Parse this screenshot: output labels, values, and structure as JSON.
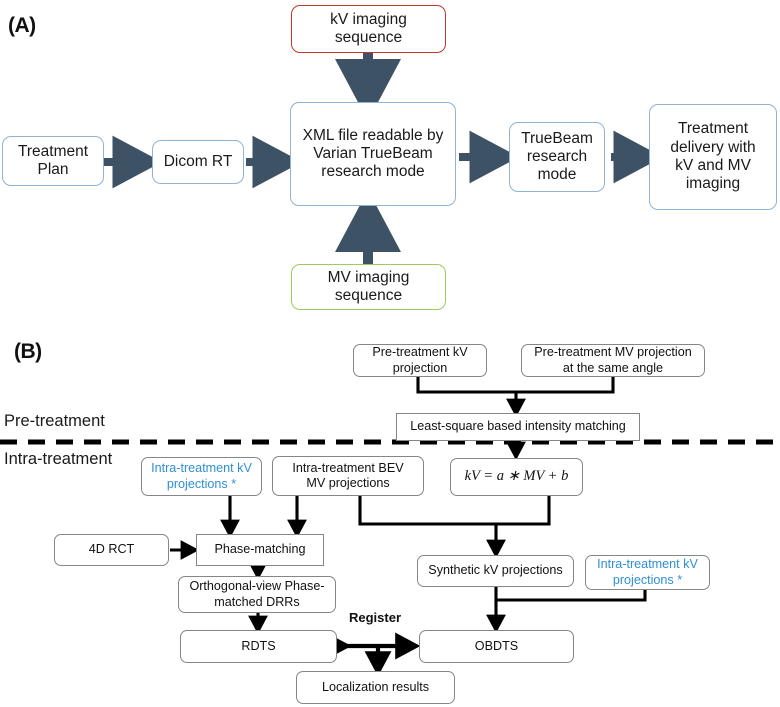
{
  "figure": {
    "panel_a_label": "(A)",
    "panel_b_label": "(B)"
  },
  "colors": {
    "arrow_blue": "#3e5266",
    "arrow_black": "#000000",
    "box_outline_blue": "#8eb4d4",
    "box_outline_red": "#c0392b",
    "box_outline_green": "#9acd5c",
    "box_outline_grey": "#868686",
    "highlight_text_blue": "#2e8fd6"
  },
  "panel_a": {
    "nodes": {
      "kv_imaging_sequence": "kV imaging\nsequence",
      "mv_imaging_sequence": "MV imaging\nsequence",
      "treatment_plan": "Treatment\nPlan",
      "dicom_rt": "Dicom RT",
      "xml_file": "XML file readable by\nVarian TrueBeam\nresearch mode",
      "truebeam_research_mode": "TrueBeam\nresearch\nmode",
      "treatment_delivery": "Treatment\ndelivery with\nkV and MV\nimaging"
    }
  },
  "panel_b": {
    "section_labels": {
      "pre_treatment": "Pre-treatment",
      "intra_treatment": "Intra-treatment"
    },
    "register_label": "Register",
    "nodes": {
      "pre_kv_projection": "Pre-treatment kV\nprojection",
      "pre_mv_projection": "Pre-treatment MV projection\nat the same angle",
      "least_square_matching": "Least-square based intensity matching",
      "intra_kv_projections_left": "Intra-treatment kV\nprojections *",
      "intra_bev_mv_projections": "Intra-treatment BEV\nMV projections",
      "kv_formula": "kV = a ∗ MV + b",
      "fourd_rct": "4D RCT",
      "phase_matching": "Phase-matching",
      "orthogonal_drrs": "Orthogonal-view Phase-\nmatched DRRs",
      "rdts": "RDTS",
      "synthetic_kv_projections": "Synthetic kV projections",
      "intra_kv_projections_right": "Intra-treatment kV\nprojections *",
      "obdts": "OBDTS",
      "localization_results": "Localization results"
    }
  }
}
